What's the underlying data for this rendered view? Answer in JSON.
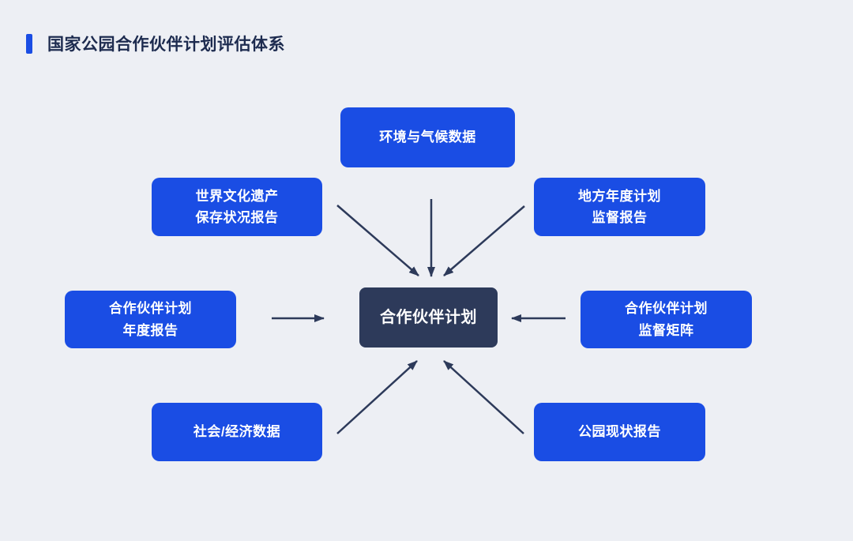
{
  "page": {
    "title": "国家公园合作伙伴计划评估体系"
  },
  "colors": {
    "background": "#edeff4",
    "node_blue": "#1a4de4",
    "center_navy": "#2d3a5a",
    "arrow": "#2d3a5a",
    "title_text": "#1d2b4f",
    "node_text": "#ffffff",
    "accent_bar": "#1a4de4"
  },
  "diagram": {
    "center": {
      "label": "合作伙伴计划"
    },
    "nodes": [
      {
        "id": "environment-climate-data",
        "label": "环境与气候数据"
      },
      {
        "id": "world-heritage-conservation-report",
        "label": "世界文化遗产\n保存状况报告"
      },
      {
        "id": "local-annual-plan-supervision-report",
        "label": "地方年度计划\n监督报告"
      },
      {
        "id": "partnership-annual-report",
        "label": "合作伙伴计划\n年度报告"
      },
      {
        "id": "partnership-supervision-matrix",
        "label": "合作伙伴计划\n监督矩阵"
      },
      {
        "id": "social-economic-data",
        "label": "社会/经济数据"
      },
      {
        "id": "park-status-report",
        "label": "公园现状报告"
      }
    ]
  }
}
